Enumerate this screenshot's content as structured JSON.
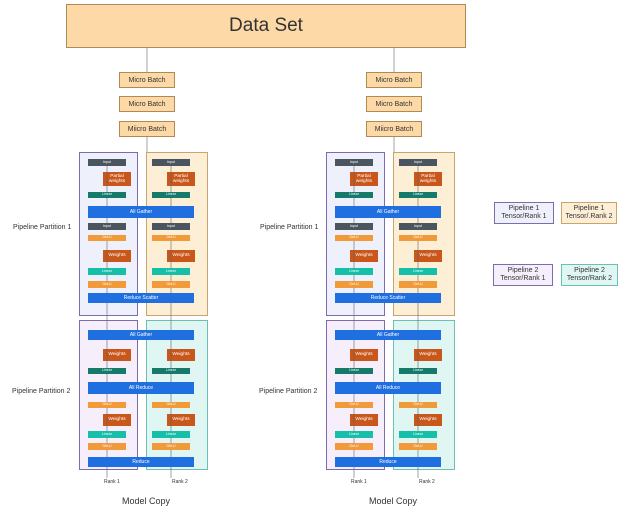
{
  "dataset": "Data Set",
  "micro_batches": [
    "Micro Batch",
    "Micro Batch",
    "Miicro Batch"
  ],
  "partition1_label": "Pipeline Partition 1",
  "partition2_label": "Pipeline Partition 2",
  "blocks": {
    "input": "Input",
    "partial_weights": "Partial weights",
    "weights": "Weights",
    "small": "Linear",
    "orange": "GeLU"
  },
  "all_gather": "All Gather",
  "all_gather2": "All Gather",
  "all_reduce": "All Reduce",
  "reduce_scatter": "Reduce Scatter",
  "reduce": "Reduce",
  "rank1": "Rank 1",
  "rank2": "Rank 2",
  "model_copy": "Model Copy",
  "legend": {
    "p1r1": "Pipeline 1\nTensor/Rank 1",
    "p1r2": "Pipeline 1\nTensor/.Rank 2",
    "p2r1": "Pipeline 2\nTensor/Rank 1",
    "p2r2": "Pipeline 2\nTensor/Rank 2"
  }
}
